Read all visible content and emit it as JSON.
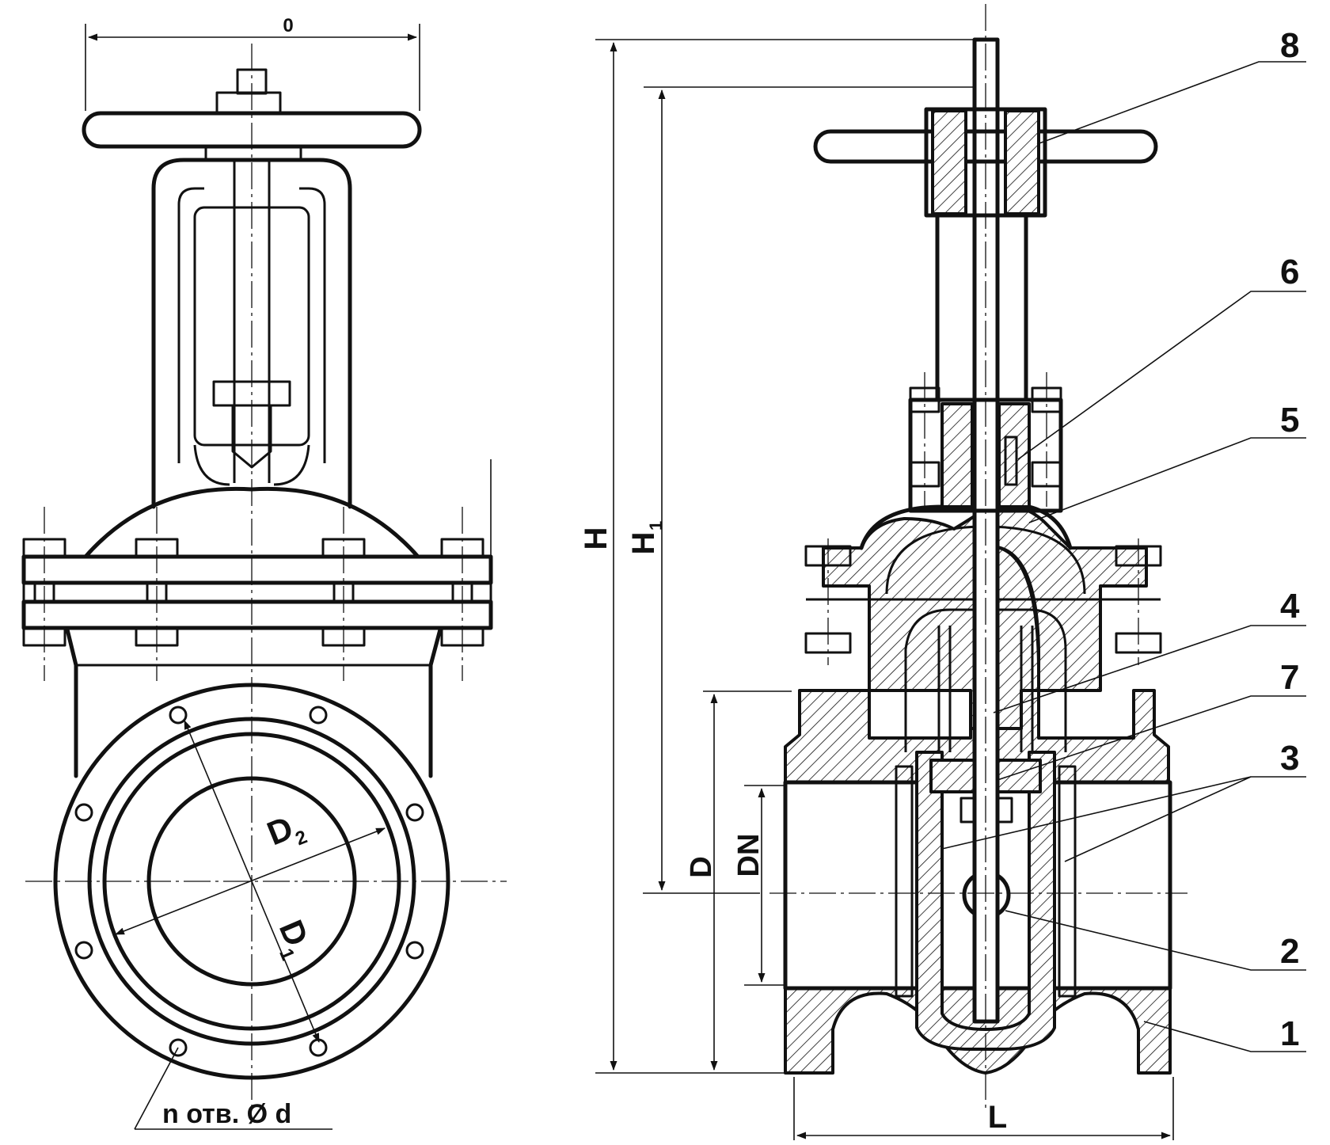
{
  "front_view": {
    "dim_top": "0",
    "dim_D2": "D",
    "dim_D2_sub": "2",
    "dim_D1": "D",
    "dim_D1_sub": "1",
    "holes_label": "n отв. Ø d"
  },
  "section_view": {
    "dim_H": "H",
    "dim_H1": "H",
    "dim_H1_sub": "1",
    "dim_D": "D",
    "dim_DN": "DN",
    "dim_L": "L"
  },
  "callouts": [
    "8",
    "6",
    "5",
    "4",
    "7",
    "3",
    "2",
    "1"
  ],
  "colors": {
    "line": "#111111",
    "background": "#ffffff"
  }
}
